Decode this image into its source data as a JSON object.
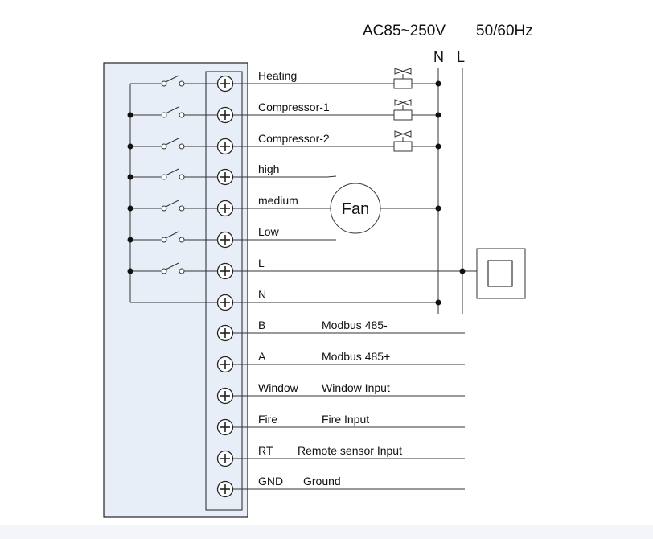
{
  "supply": {
    "voltage": "AC85~250V",
    "frequency": "50/60Hz",
    "n_label": "N",
    "l_label": "L"
  },
  "fan": {
    "label": "Fan"
  },
  "terminals": [
    {
      "label": "Heating",
      "desc": "",
      "relay": true,
      "load": "valve"
    },
    {
      "label": "Compressor-1",
      "desc": "",
      "relay": true,
      "load": "valve"
    },
    {
      "label": "Compressor-2",
      "desc": "",
      "relay": true,
      "load": "valve"
    },
    {
      "label": "high",
      "desc": "",
      "relay": true,
      "load": "fan"
    },
    {
      "label": "medium",
      "desc": "",
      "relay": true,
      "load": "fan"
    },
    {
      "label": "Low",
      "desc": "",
      "relay": true,
      "load": "fan"
    },
    {
      "label": "L",
      "desc": "",
      "relay": true,
      "load": "line"
    },
    {
      "label": "N",
      "desc": "",
      "relay": false,
      "load": "neutral"
    },
    {
      "label": "B",
      "desc": "Modbus 485-",
      "relay": false,
      "load": "signal"
    },
    {
      "label": "A",
      "desc": "Modbus 485+",
      "relay": false,
      "load": "signal"
    },
    {
      "label": "Window",
      "desc": "Window Input",
      "relay": false,
      "load": "signal"
    },
    {
      "label": "Fire",
      "desc": "Fire Input",
      "relay": false,
      "load": "signal"
    },
    {
      "label": "RT",
      "desc": "Remote sensor Input",
      "relay": false,
      "load": "signal"
    },
    {
      "label": "GND",
      "desc": "Ground",
      "relay": false,
      "load": "signal"
    }
  ]
}
